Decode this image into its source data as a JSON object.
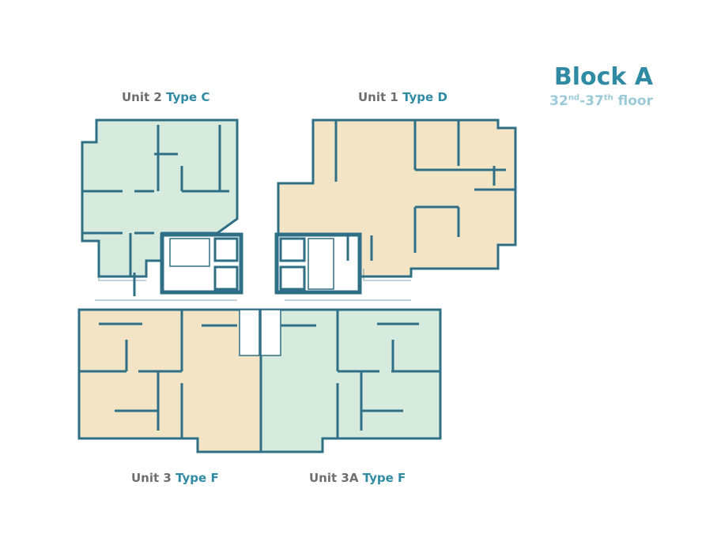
{
  "block": {
    "title": "Block A",
    "floor_from": "32",
    "floor_from_sup": "nd",
    "dash": "-",
    "floor_to": "37",
    "floor_to_sup": "th",
    "floor_word": " floor"
  },
  "units": [
    {
      "unit": "Unit 2",
      "type": "Type C"
    },
    {
      "unit": "Unit 1",
      "type": "Type D"
    },
    {
      "unit": "Unit 3",
      "type": "Type F"
    },
    {
      "unit": "Unit 3A",
      "type": "Type F"
    }
  ],
  "colors": {
    "wall": "#2f6f86",
    "green": "#d6ebdd",
    "beige": "#f2e4c4",
    "accent": "#2f8aa3",
    "light": "#9ccbd8"
  }
}
